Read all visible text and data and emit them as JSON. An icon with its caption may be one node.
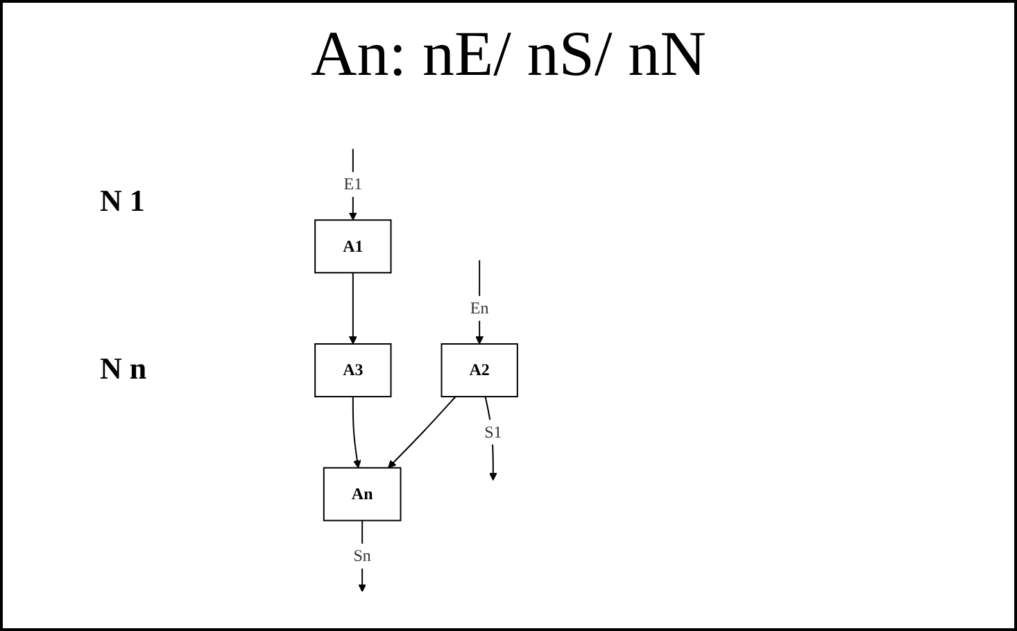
{
  "diagram": {
    "title": "An: nE/ nS/ nN",
    "nodes": [
      {
        "text": [
          "A1"
        ]
      },
      {
        "text": [
          "A2"
        ]
      },
      {
        "text": [
          "A3"
        ]
      },
      {
        "text": [
          "An"
        ]
      }
    ],
    "edges": [
      {
        "from": null,
        "to": 0,
        "arrow": "to",
        "label": "E1"
      },
      {
        "from": null,
        "to": 1,
        "arrow": "to",
        "label": "En"
      },
      {
        "from": 1,
        "to": null,
        "arrow": "to",
        "label": "S1"
      },
      {
        "from": 0,
        "to": 2,
        "arrow": "to"
      },
      {
        "from": 1,
        "to": 3,
        "arrow": "to"
      },
      {
        "from": 2,
        "to": 3,
        "arrow": "to"
      },
      {
        "from": 3,
        "to": null,
        "arrow": "to",
        "label": "Sn"
      }
    ],
    "labels": [
      "N 1",
      "N n"
    ]
  }
}
